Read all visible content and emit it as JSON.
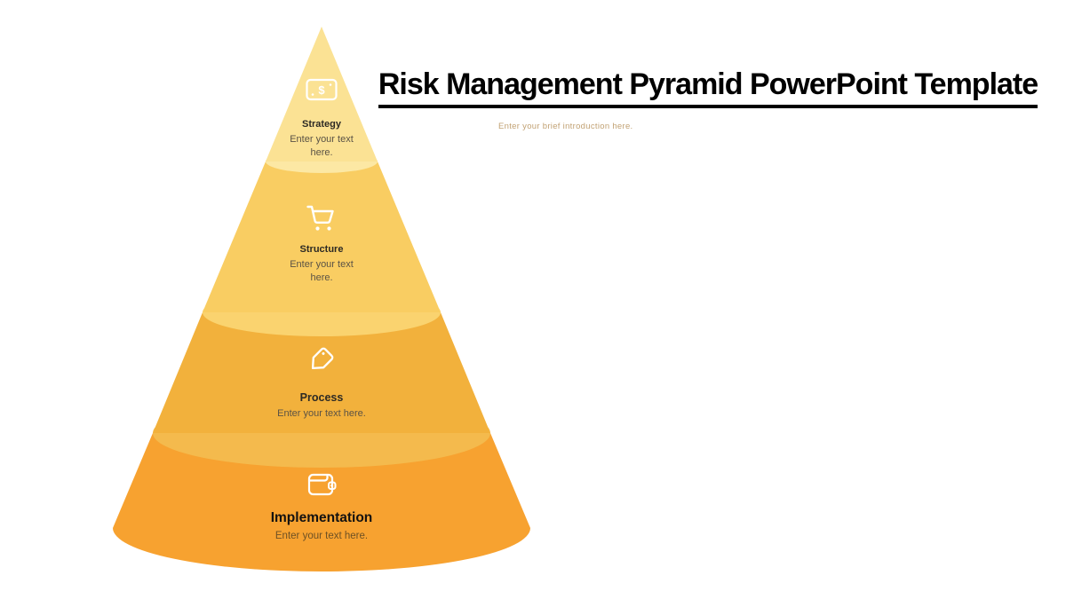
{
  "slide": {
    "title": "Risk Management Pyramid PowerPoint Template",
    "intro_placeholder": "Enter your brief introduction here."
  },
  "pyramid": {
    "levels": [
      {
        "name": "Strategy",
        "placeholder": "Enter your text here.",
        "icon": "money-icon",
        "color": "#FBE294",
        "rim_color": "#FCE8A4"
      },
      {
        "name": "Structure",
        "placeholder": "Enter your text here.",
        "icon": "cart-icon",
        "color": "#F9CD62",
        "rim_color": "#FAD36F"
      },
      {
        "name": "Process",
        "placeholder": "Enter your text here.",
        "icon": "tag-icon",
        "color": "#F2B13C",
        "rim_color": "#F4BA4D"
      },
      {
        "name": "Implementation",
        "placeholder": "Enter your text here.",
        "icon": "wallet-icon",
        "color": "#F7A230",
        "rim_color": ""
      }
    ]
  },
  "colors": {
    "title_text": "#000000",
    "intro_text": "#C2A274",
    "level_heading_text": "#2D2A24",
    "level_body_text": "#5A5245",
    "implementation_body_text": "#6E5124",
    "icon_stroke": "#FFFFFF",
    "background": "#FFFFFF"
  }
}
